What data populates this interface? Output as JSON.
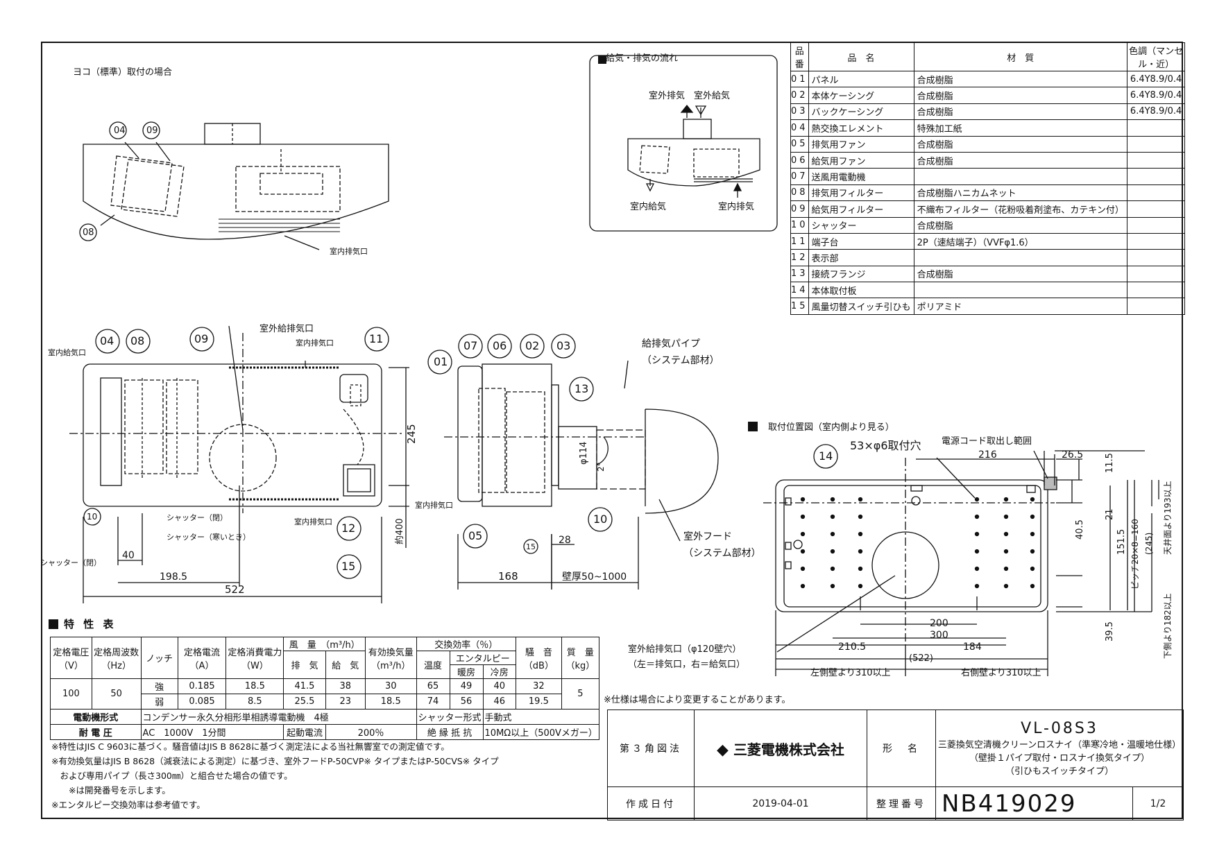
{
  "front_view": {
    "title": "ヨコ（標準）取付の場合",
    "callouts": [
      "04",
      "09",
      "08"
    ],
    "label_room_exhaust": "室内排気口"
  },
  "flow": {
    "title": "給気・排気の流れ",
    "out_exhaust": "室外排気",
    "out_supply": "室外給気",
    "room_supply": "室内給気",
    "room_exhaust": "室内排気"
  },
  "parts": {
    "headers": [
      "品番",
      "品　名",
      "材　質",
      "色調（マンセル・近）"
    ],
    "rows": [
      {
        "no": "01",
        "name": "パネル",
        "material": "合成樹脂",
        "color": "6.4Y8.9/0.4"
      },
      {
        "no": "02",
        "name": "本体ケーシング",
        "material": "合成樹脂",
        "color": "6.4Y8.9/0.4"
      },
      {
        "no": "03",
        "name": "バックケーシング",
        "material": "合成樹脂",
        "color": "6.4Y8.9/0.4"
      },
      {
        "no": "04",
        "name": "熱交換エレメント",
        "material": "特殊加工紙",
        "color": ""
      },
      {
        "no": "05",
        "name": "排気用ファン",
        "material": "合成樹脂",
        "color": ""
      },
      {
        "no": "06",
        "name": "給気用ファン",
        "material": "合成樹脂",
        "color": ""
      },
      {
        "no": "07",
        "name": "送風用電動機",
        "material": "",
        "color": ""
      },
      {
        "no": "08",
        "name": "排気用フィルター",
        "material": "合成樹脂ハニカムネット",
        "color": ""
      },
      {
        "no": "09",
        "name": "給気用フィルター",
        "material": "不織布フィルター（花粉吸着剤塗布、カテキン付）",
        "color": ""
      },
      {
        "no": "10",
        "name": "シャッター",
        "material": "合成樹脂",
        "color": ""
      },
      {
        "no": "11",
        "name": "端子台",
        "material": "2P（速結端子）（VVFφ1.6）",
        "color": ""
      },
      {
        "no": "12",
        "name": "表示部",
        "material": "",
        "color": ""
      },
      {
        "no": "13",
        "name": "接続フランジ",
        "material": "合成樹脂",
        "color": ""
      },
      {
        "no": "14",
        "name": "本体取付板",
        "material": "",
        "color": ""
      },
      {
        "no": "15",
        "name": "風量切替スイッチ引ひも",
        "material": "ポリアミド",
        "color": ""
      }
    ]
  },
  "top_view": {
    "labels": {
      "room_supply": "室内給気口",
      "outdoor_port": "室外給排気口",
      "room_exhaust_top": "室内排気口",
      "room_exhaust_bottom": "室内排気口",
      "shutter_closed": "シャッター（閉）",
      "shutter_cold": "シャッター（寒いとき）",
      "shutter_closed2": "シャッター（閉）"
    },
    "callouts": [
      "04",
      "08",
      "09",
      "11",
      "10",
      "12",
      "15"
    ],
    "dims": {
      "height": "245",
      "width": "522",
      "d1": "40",
      "d2": "198.5",
      "dp": "約400"
    }
  },
  "side_view": {
    "callouts": [
      "01",
      "07",
      "06",
      "02",
      "03",
      "13",
      "05",
      "10",
      "15"
    ],
    "labels": {
      "pipe": "給排気パイプ",
      "pipe_sub": "（システム部材）",
      "hood": "室外フード",
      "hood_sub": "（システム部材）",
      "room_exhaust": "室内排気口"
    },
    "dims": {
      "dia": "φ114",
      "angle": "2°",
      "d28": "28",
      "depth": "168",
      "wall": "壁厚50~1000"
    }
  },
  "mount": {
    "title": "取付位置図（室内側より見る）",
    "callout": "14",
    "labels": {
      "holes": "53×φ6取付穴",
      "cord": "電源コード取出し範囲",
      "port": "室外給排気口（φ120壁穴）",
      "port_sub": "（左＝排気口，右＝給気口）",
      "left_wall": "左側壁より310以上",
      "right_wall": "右側壁より310以上",
      "ceiling": "天井面より193以上",
      "floor": "下側より182以上"
    },
    "dims": {
      "d216": "216",
      "d265": "26.5",
      "d115": "11.5",
      "d21": "21",
      "d405": "40.5",
      "d1515": "151.5",
      "pitch": "ピッチ20×8=160",
      "d245": "(245)",
      "d200": "200",
      "d300": "300",
      "d2105": "210.5",
      "d184": "184",
      "d522": "(522)",
      "d395": "39.5"
    }
  },
  "spec": {
    "title": "特 性 表",
    "h": {
      "volt": "定格電圧",
      "volt_u": "（V）",
      "freq": "定格周波数",
      "freq_u": "（Hz）",
      "notch": "ノッチ",
      "cur": "定格電流",
      "cur_u": "（A）",
      "pow": "定格消費電力",
      "pow_u": "（W）",
      "air": "風　量　（m³/h）",
      "exh": "排　気",
      "sup": "給　気",
      "eff": "有効換気量",
      "eff_u": "（m³/h）",
      "xeff": "交換効率（％）",
      "temp": "温度",
      "enth": "エンタルピー",
      "heat": "暖房",
      "cool": "冷房",
      "noise": "騒　音",
      "noise_u": "（dB）",
      "mass": "質　量",
      "mass_u": "（kg）"
    },
    "volt": "100",
    "freq": "50",
    "mass": "5",
    "rows": [
      {
        "notch": "強",
        "cur": "0.185",
        "pow": "18.5",
        "exh": "41.5",
        "sup": "38",
        "eff": "30",
        "temp": "65",
        "heat": "49",
        "cool": "40",
        "noise": "32"
      },
      {
        "notch": "弱",
        "cur": "0.085",
        "pow": "8.5",
        "exh": "25.5",
        "sup": "23",
        "eff": "18.5",
        "temp": "74",
        "heat": "56",
        "cool": "46",
        "noise": "19.5"
      }
    ],
    "motor_l": "電動機形式",
    "motor_v": "コンデンサー永久分相形単相誘導電動機　4極",
    "shutter_l": "シャッター形式",
    "shutter_v": "手動式",
    "withstand_l": "耐 電 圧",
    "withstand_v": "AC　1000V　1分間",
    "start_l": "起動電流",
    "start_v": "200％",
    "ins_l": "絶 縁 抵 抗",
    "ins_v": "10MΩ以上（500Vメガー）",
    "notes": [
      "※特性はJIS C 9603に基づく。騒音値はJIS B 8628に基づく測定法による当社無響室での測定値です。",
      "※有効換気量はJIS B 8628（減衰法による測定）に基づき、室外フードP-50CVP※ タイプまたはP-50CVS※ タイプ",
      "　および専用パイプ（長さ300㎜）と組合せた場合の値です。",
      "　　※は開発番号を示します。",
      "※エンタルピー交換効率は参考値です。"
    ]
  },
  "title_block": {
    "change_note": "※仕様は場合により変更することがあります。",
    "projection": "第３角図法",
    "company": "三菱電機株式会社",
    "model_label": "形　名",
    "model": "VL-08S3",
    "desc": [
      "三菱換気空清機クリーンロスナイ（準寒冷地・温暖地仕様）",
      "（壁掛１パイプ取付・ロスナイ換気タイプ）",
      "（引ひもスイッチタイプ）"
    ],
    "date_label": "作成日付",
    "date": "2019-04-01",
    "doc_label": "整理番号",
    "doc": "NB419029",
    "page": "1/2"
  }
}
